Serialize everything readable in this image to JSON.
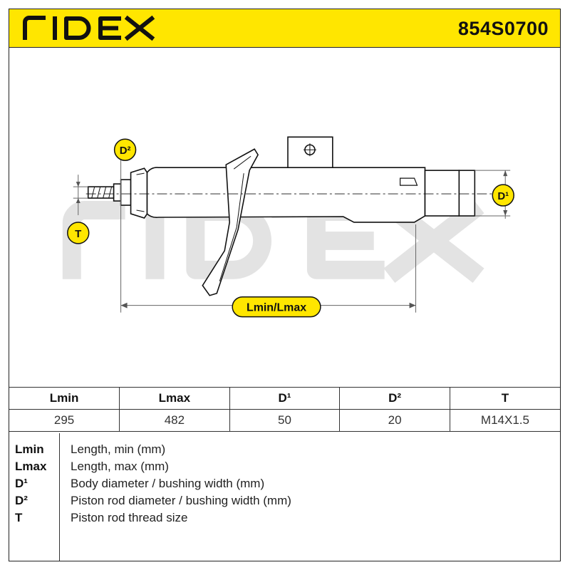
{
  "brand": {
    "logo_text": "RIDEX",
    "part_number": "854S0700"
  },
  "colors": {
    "accent_yellow": "#ffe600",
    "line": "#222222",
    "watermark": "#e2e2e2"
  },
  "drawing": {
    "labels": {
      "d1": "D¹",
      "d2": "D²",
      "t": "T",
      "lminmax": "Lmin/Lmax"
    }
  },
  "specs": {
    "headers": [
      "Lmin",
      "Lmax",
      "D¹",
      "D²",
      "T"
    ],
    "values": [
      "295",
      "482",
      "50",
      "20",
      "M14X1.5"
    ]
  },
  "legend": [
    {
      "key": "Lmin",
      "desc": "Length, min (mm)"
    },
    {
      "key": "Lmax",
      "desc": "Length, max (mm)"
    },
    {
      "key": "D¹",
      "desc": "Body diameter / bushing width (mm)"
    },
    {
      "key": "D²",
      "desc": "Piston rod diameter / bushing width (mm)"
    },
    {
      "key": "T",
      "desc": "Piston rod thread size"
    }
  ]
}
